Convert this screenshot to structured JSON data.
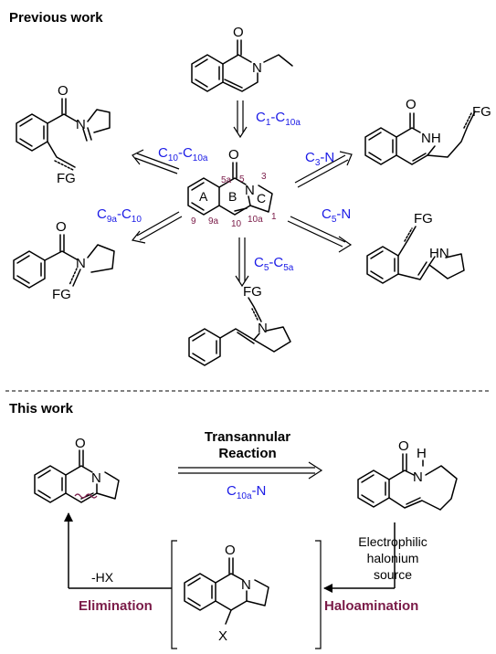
{
  "headings": {
    "previous": "Previous work",
    "this": "This work"
  },
  "atoms": {
    "O": "O",
    "N": "N",
    "NH": "NH",
    "HN": "HN",
    "H": "H",
    "FG": "FG",
    "X": "X"
  },
  "rings": {
    "A": "A",
    "B": "B",
    "C": "C"
  },
  "numbering": {
    "n5": "5",
    "n5a": "5a",
    "n3": "3",
    "n10a": "10a",
    "n1": "1",
    "n9": "9",
    "n9a": "9a",
    "n10": "10"
  },
  "disconnections": {
    "c1_c10a": {
      "a": "C",
      "b": "1",
      "c": "-C",
      "d": "10a"
    },
    "c10_c10a": {
      "a": "C",
      "b": "10",
      "c": "-C",
      "d": "10a"
    },
    "c3_n": {
      "a": "C",
      "b": "3",
      "c": "-N"
    },
    "c9a_c10": {
      "a": "C",
      "b": "9a",
      "c": "-C",
      "d": "10"
    },
    "c5_n": {
      "a": "C",
      "b": "5",
      "c": "-N"
    },
    "c5_c5a": {
      "a": "C",
      "b": "5",
      "c": "-C",
      "d": "5a"
    },
    "c10a_n": {
      "a": "C",
      "b": "10a",
      "c": "-N"
    }
  },
  "this_work": {
    "transannular_1": "Transannular",
    "transannular_2": "Reaction",
    "electrophilic_1": "Electrophilic",
    "electrophilic_2": "halonium",
    "electrophilic_3": "source",
    "minus_hx": "-HX",
    "elimination": "Elimination",
    "haloamination": "Haloamination"
  },
  "colors": {
    "blue": "#1a1ae6",
    "maroon": "#7a1b48"
  }
}
